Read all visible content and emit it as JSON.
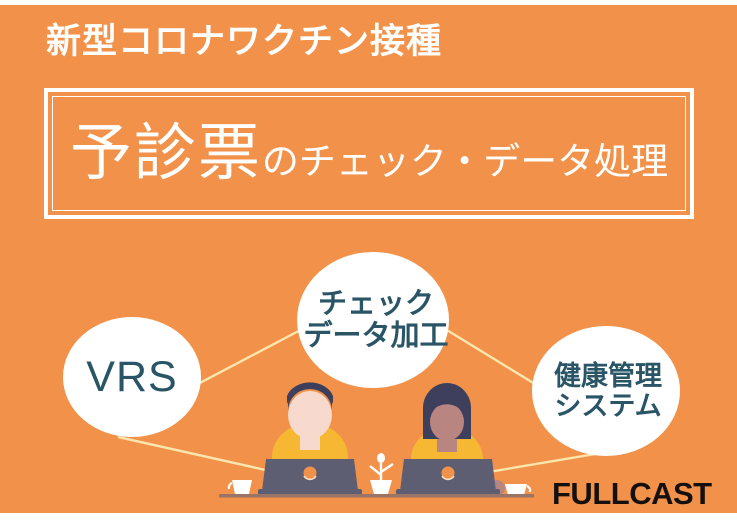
{
  "poster": {
    "background_color": "#F2924A",
    "headline": "新型コロナワクチン接種",
    "title": {
      "main": "予診票",
      "sub": "のチェック・データ処理"
    },
    "logo": "FULLCAST"
  },
  "diagram": {
    "nodes": [
      {
        "id": "vrs",
        "label": "VRS",
        "lines": [
          "VRS"
        ]
      },
      {
        "id": "check",
        "label": "チェック データ加工",
        "lines": [
          "チェック",
          "データ加工"
        ]
      },
      {
        "id": "health",
        "label": "健康管理 システム",
        "lines": [
          "健康管理",
          "システム"
        ]
      }
    ],
    "connector_color": "#FBE6AD"
  },
  "colors": {
    "orange": "#F2924A",
    "teal_text": "#2A5566",
    "white": "#FFFFFF",
    "connector": "#FBE6AD",
    "laptop": "#5E5E73",
    "shirt": "#F6B732",
    "hair": "#3E3F5C",
    "skin_light": "#F8D9CE",
    "skin_dark": "#B98580",
    "desk": "#9A7466",
    "logo_black": "#15100E"
  },
  "illustration": {
    "people": [
      {
        "id": "person-left",
        "hair": "#3E3F5C",
        "skin": "#F8D9CE",
        "shirt": "#F6B732"
      },
      {
        "id": "person-right",
        "hair": "#3E3F5C",
        "skin": "#B98580",
        "shirt": "#F6B732"
      }
    ],
    "objects": [
      "laptop",
      "laptop",
      "plant",
      "coffee-cup",
      "coffee-cup",
      "coffee-cup",
      "desk"
    ]
  }
}
